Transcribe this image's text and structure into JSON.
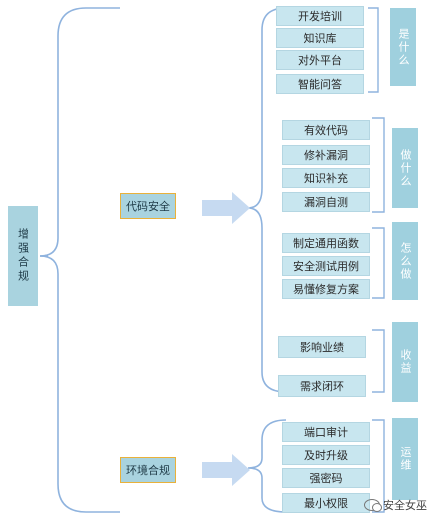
{
  "root": "增强合规",
  "categories": [
    {
      "label": "代码安全"
    },
    {
      "label": "环境合规"
    }
  ],
  "groups": [
    {
      "heading": "是什么",
      "items": [
        "开发培训",
        "知识库",
        "对外平台",
        "智能问答"
      ]
    },
    {
      "heading": "做什么",
      "items": [
        "有效代码",
        "修补漏洞",
        "知识补充",
        "漏洞自测"
      ]
    },
    {
      "heading": "怎么做",
      "items": [
        "制定通用函数",
        "安全测试用例",
        "易懂修复方案"
      ]
    },
    {
      "heading": "收益",
      "items": [
        "影响业绩",
        "需求闭环"
      ]
    },
    {
      "heading": "运维",
      "items": [
        "端口审计",
        "及时升级",
        "强密码",
        "最小权限"
      ]
    }
  ],
  "watermark": "安全女巫",
  "colors": {
    "box_fill": "#c8e6ef",
    "label_fill": "#9fd0de",
    "category_border": "#e9b13a",
    "line": "#8fb3de",
    "arrow": "#c6daf1"
  },
  "icons": [
    "wechat-icon"
  ]
}
